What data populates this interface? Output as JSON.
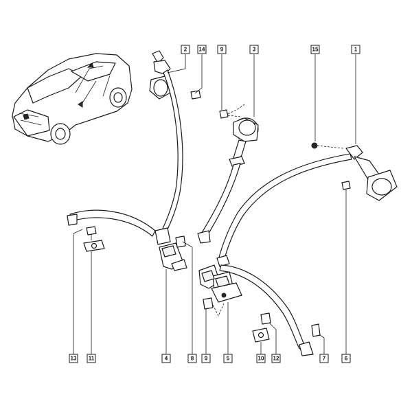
{
  "callouts": [
    {
      "id": "c2",
      "label": "2"
    },
    {
      "id": "c14",
      "label": "14"
    },
    {
      "id": "c9t",
      "label": "9"
    },
    {
      "id": "c3",
      "label": "3"
    },
    {
      "id": "c15",
      "label": "15"
    },
    {
      "id": "c1",
      "label": "1"
    },
    {
      "id": "c13",
      "label": "13"
    },
    {
      "id": "c11",
      "label": "11"
    },
    {
      "id": "c4",
      "label": "4"
    },
    {
      "id": "c8",
      "label": "8"
    },
    {
      "id": "c9b",
      "label": "9"
    },
    {
      "id": "c5",
      "label": "5"
    },
    {
      "id": "c10",
      "label": "10"
    },
    {
      "id": "c12",
      "label": "12"
    },
    {
      "id": "c7",
      "label": "7"
    },
    {
      "id": "c6",
      "label": "6"
    }
  ]
}
